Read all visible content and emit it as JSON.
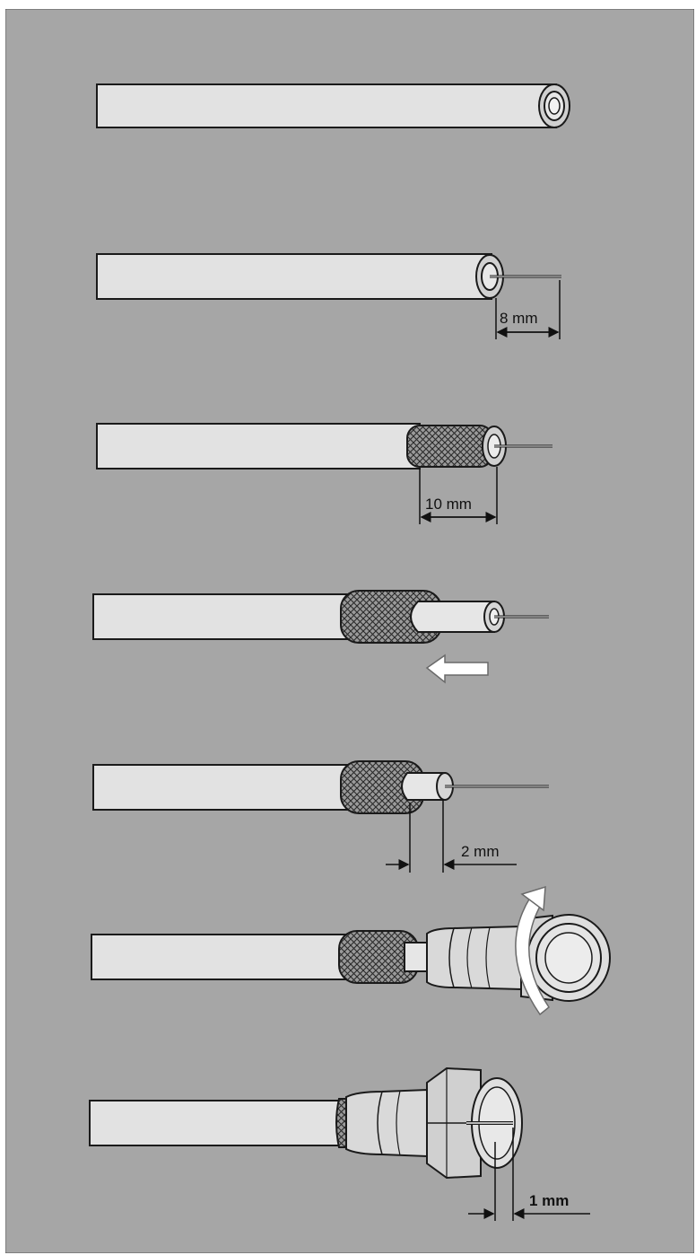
{
  "colors": {
    "background": "#a6a6a6",
    "cable": "#e2e2e2",
    "outline": "#1a1a1a",
    "braid": "#7a7a7a",
    "connector": "#d9d9d9"
  },
  "steps": [
    {
      "id": "step-1",
      "label": ""
    },
    {
      "id": "step-2",
      "label": "8 mm"
    },
    {
      "id": "step-3",
      "label": "10 mm"
    },
    {
      "id": "step-4",
      "label": ""
    },
    {
      "id": "step-5",
      "label": "2 mm"
    },
    {
      "id": "step-6",
      "label": ""
    },
    {
      "id": "step-7",
      "label": "1 mm"
    }
  ],
  "icons": {
    "arrow": "arrow-left-icon",
    "rotate": "rotate-arrow-icon"
  }
}
